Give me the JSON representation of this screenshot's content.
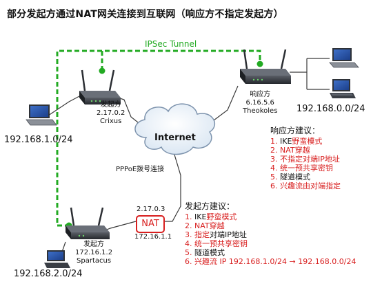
{
  "title": "部分发起方通过NAT网关连接到互联网（响应方不指定发起方）",
  "tunnel_label": "IPSec Tunnel",
  "internet_label": "Internet",
  "pppoe_label": "PPPoE拨号连接",
  "nat": {
    "label": "NAT",
    "outer_ip": "2.17.0.3",
    "inner_ip": "172.16.1.1"
  },
  "devices": {
    "crixus": {
      "role": "发起方",
      "ip": "2.17.0.2",
      "name": "Crixus"
    },
    "theokoles": {
      "role": "响应方",
      "ip": "6.16.5.6",
      "name": "Theokoles"
    },
    "spartacus": {
      "role": "发起方",
      "ip": "172.16.1.2",
      "name": "Spartacus"
    }
  },
  "lan": {
    "left_top": "192.168.1.0/24",
    "right": "192.168.0.0/24",
    "left_bottom": "192.168.2.0/24"
  },
  "responder_advice": {
    "title": "响应方建议：",
    "items": [
      {
        "n": "1.",
        "parts": [
          {
            "text": "IKE",
            "red": false
          },
          {
            "text": "野蛮模式",
            "red": true
          }
        ]
      },
      {
        "n": "2.",
        "parts": [
          {
            "text": "NAT穿越",
            "red": true
          }
        ]
      },
      {
        "n": "3.",
        "parts": [
          {
            "text": "不指定对端IP地址",
            "red": true
          }
        ]
      },
      {
        "n": "4.",
        "parts": [
          {
            "text": "统一预共享密钥",
            "red": true
          }
        ]
      },
      {
        "n": "5.",
        "parts": [
          {
            "text": "隧道模式",
            "red": false
          }
        ]
      },
      {
        "n": "6.",
        "parts": [
          {
            "text": "兴趣流由对端指定",
            "red": true
          }
        ]
      }
    ]
  },
  "initiator_advice": {
    "title": "发起方建议：",
    "items": [
      {
        "n": "1.",
        "parts": [
          {
            "text": "IKE",
            "red": false
          },
          {
            "text": "野蛮模式",
            "red": true
          }
        ]
      },
      {
        "n": "2.",
        "parts": [
          {
            "text": "NAT穿越",
            "red": true
          }
        ]
      },
      {
        "n": "3.",
        "parts": [
          {
            "text": "指定",
            "red": true
          },
          {
            "text": "对端IP地址",
            "red": false
          }
        ]
      },
      {
        "n": "4.",
        "parts": [
          {
            "text": "统一预共享密钥",
            "red": true
          }
        ]
      },
      {
        "n": "5.",
        "parts": [
          {
            "text": "隧道模式",
            "red": false
          }
        ]
      },
      {
        "n": "6.",
        "parts": [
          {
            "text": "兴趣流 IP 192.168.1.0/24 → 192.168.0.0/24",
            "red": true
          }
        ]
      }
    ]
  },
  "colors": {
    "tunnel": "#22aa22",
    "accent": "#d81e1e",
    "link": "#3a3a3a"
  }
}
